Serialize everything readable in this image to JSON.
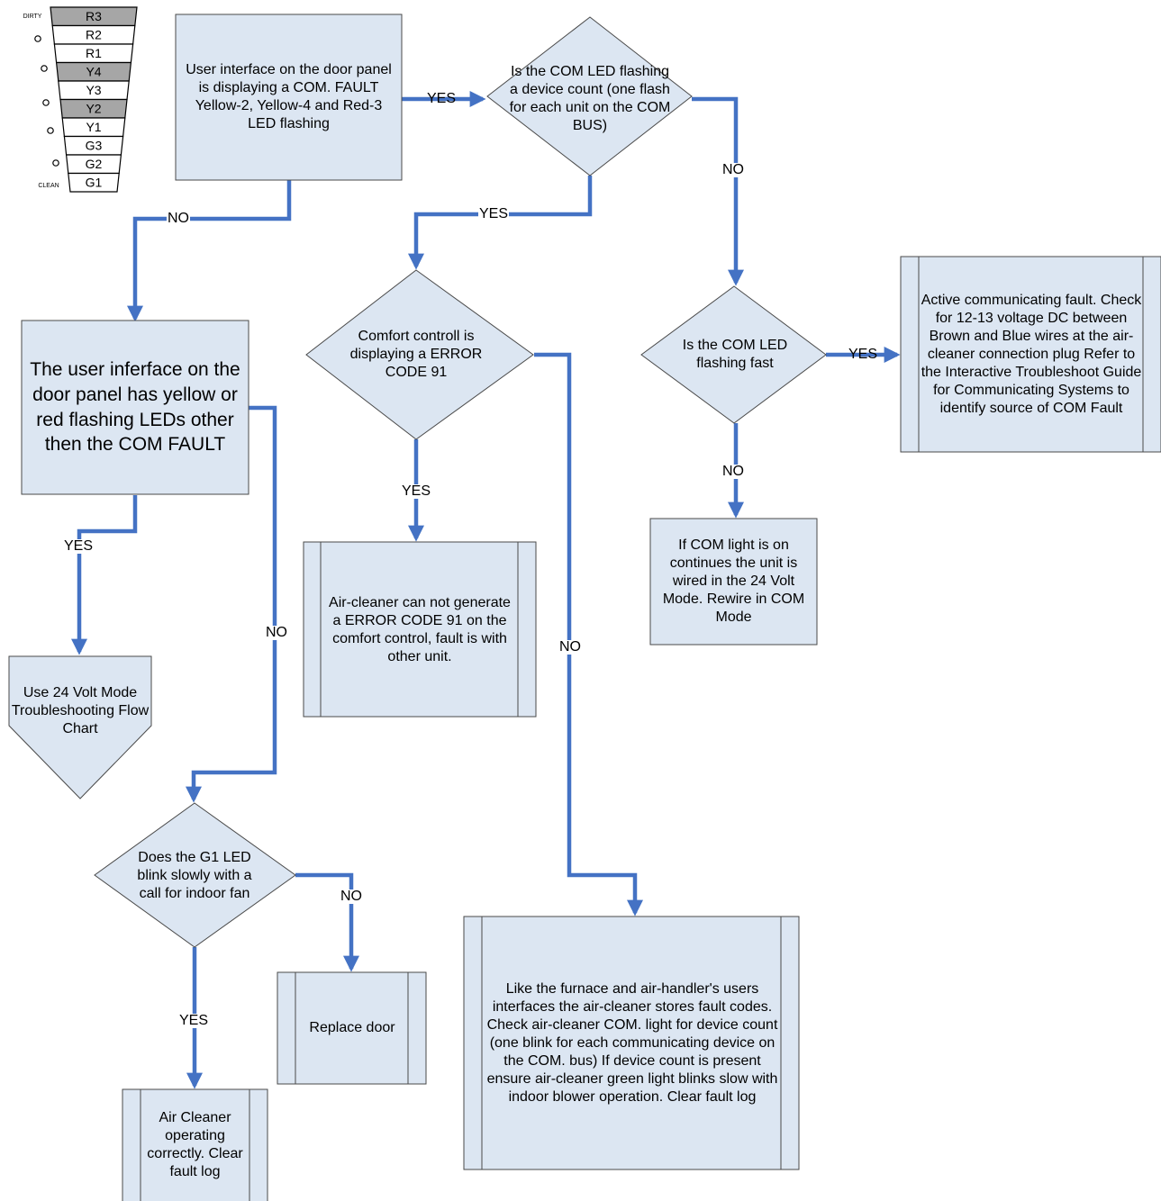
{
  "led_panel": {
    "top_label": "DIRTY",
    "bottom_label": "CLEAN",
    "leds": [
      {
        "name": "R3",
        "shaded": true
      },
      {
        "name": "R2",
        "shaded": false
      },
      {
        "name": "R1",
        "shaded": false
      },
      {
        "name": "Y4",
        "shaded": true
      },
      {
        "name": "Y3",
        "shaded": false
      },
      {
        "name": "Y2",
        "shaded": true
      },
      {
        "name": "Y1",
        "shaded": false
      },
      {
        "name": "G3",
        "shaded": false
      },
      {
        "name": "G2",
        "shaded": false
      },
      {
        "name": "G1",
        "shaded": false
      }
    ],
    "shade_color": "#a6a6a6"
  },
  "colors": {
    "connector": "#4472c4",
    "shape_fill": "#dce6f2",
    "shape_border": "#4a4a4a"
  },
  "nodes": {
    "start": "User interface on the door panel is displaying a COM. FAULT Yellow-2, Yellow-4 and Red-3 LED flashing",
    "com_led_count": "Is the COM LED flashing a device count (one flash for each unit on the COM BUS)",
    "other_leds": "The user inferface on the door panel has yellow or red flashing LEDs other then the COM FAULT",
    "use_24_volt": "Use 24 Volt Mode Troubleshooting Flow Chart",
    "error_code_91": "Comfort controll is displaying a ERROR CODE 91",
    "cannot_generate": "Air-cleaner can not generate a ERROR CODE 91 on the comfort control, fault is with other unit.",
    "com_led_fast": "Is the COM LED flashing fast",
    "active_fault": "Active communicating fault. Check for 12-13 voltage DC between Brown and Blue wires at the air-cleaner connection plug Refer to the Interactive Troubleshoot Guide for Communicating Systems to identify source of COM Fault",
    "com_light_on": "If COM light is on continues the unit is wired in the 24 Volt Mode. Rewire in COM Mode",
    "g1_blink": "Does the G1 LED blink slowly with a call for indoor fan",
    "replace_door": "Replace door",
    "operating_correctly": "Air Cleaner operating correctly. Clear fault log",
    "stores_fault_codes": "Like the furnace and air-handler's users interfaces the air-cleaner stores fault codes. Check air-cleaner COM. light for device count (one blink for each communicating device on the COM. bus) If device count is present ensure air-cleaner green light blinks slow with indoor blower operation. Clear fault log"
  },
  "edge_labels": {
    "start_yes": "YES",
    "start_no": "NO",
    "count_yes": "YES",
    "count_no": "NO",
    "other_yes": "YES",
    "other_no": "NO",
    "error_yes": "YES",
    "error_no": "NO",
    "fast_yes": "YES",
    "fast_no": "NO",
    "g1_no": "NO",
    "g1_yes": "YES"
  }
}
